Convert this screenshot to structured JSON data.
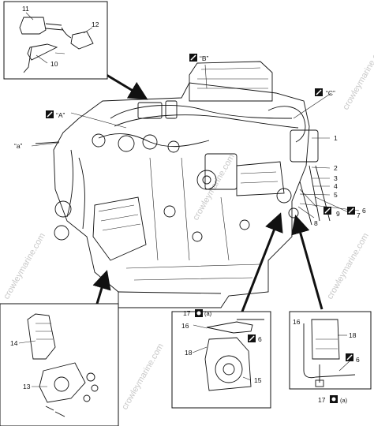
{
  "callouts": {
    "n1": "1",
    "n2": "2",
    "n3": "3",
    "n4": "4",
    "n5": "5",
    "n6": "6",
    "n7": "7",
    "n8": "8",
    "n9": "9",
    "n10": "10",
    "n11": "11",
    "n12": "12",
    "n13": "13",
    "n14": "14",
    "n15": "15",
    "n16": "16",
    "n17": "17",
    "n18": "18"
  },
  "views": {
    "A": "“A”",
    "B": "“B”",
    "C": "“C”",
    "a": "“a”"
  },
  "badge": "(a)",
  "watermark": "crowleymarine.com",
  "icon_names": [
    "wrench-icon",
    "oil-can-icon"
  ]
}
